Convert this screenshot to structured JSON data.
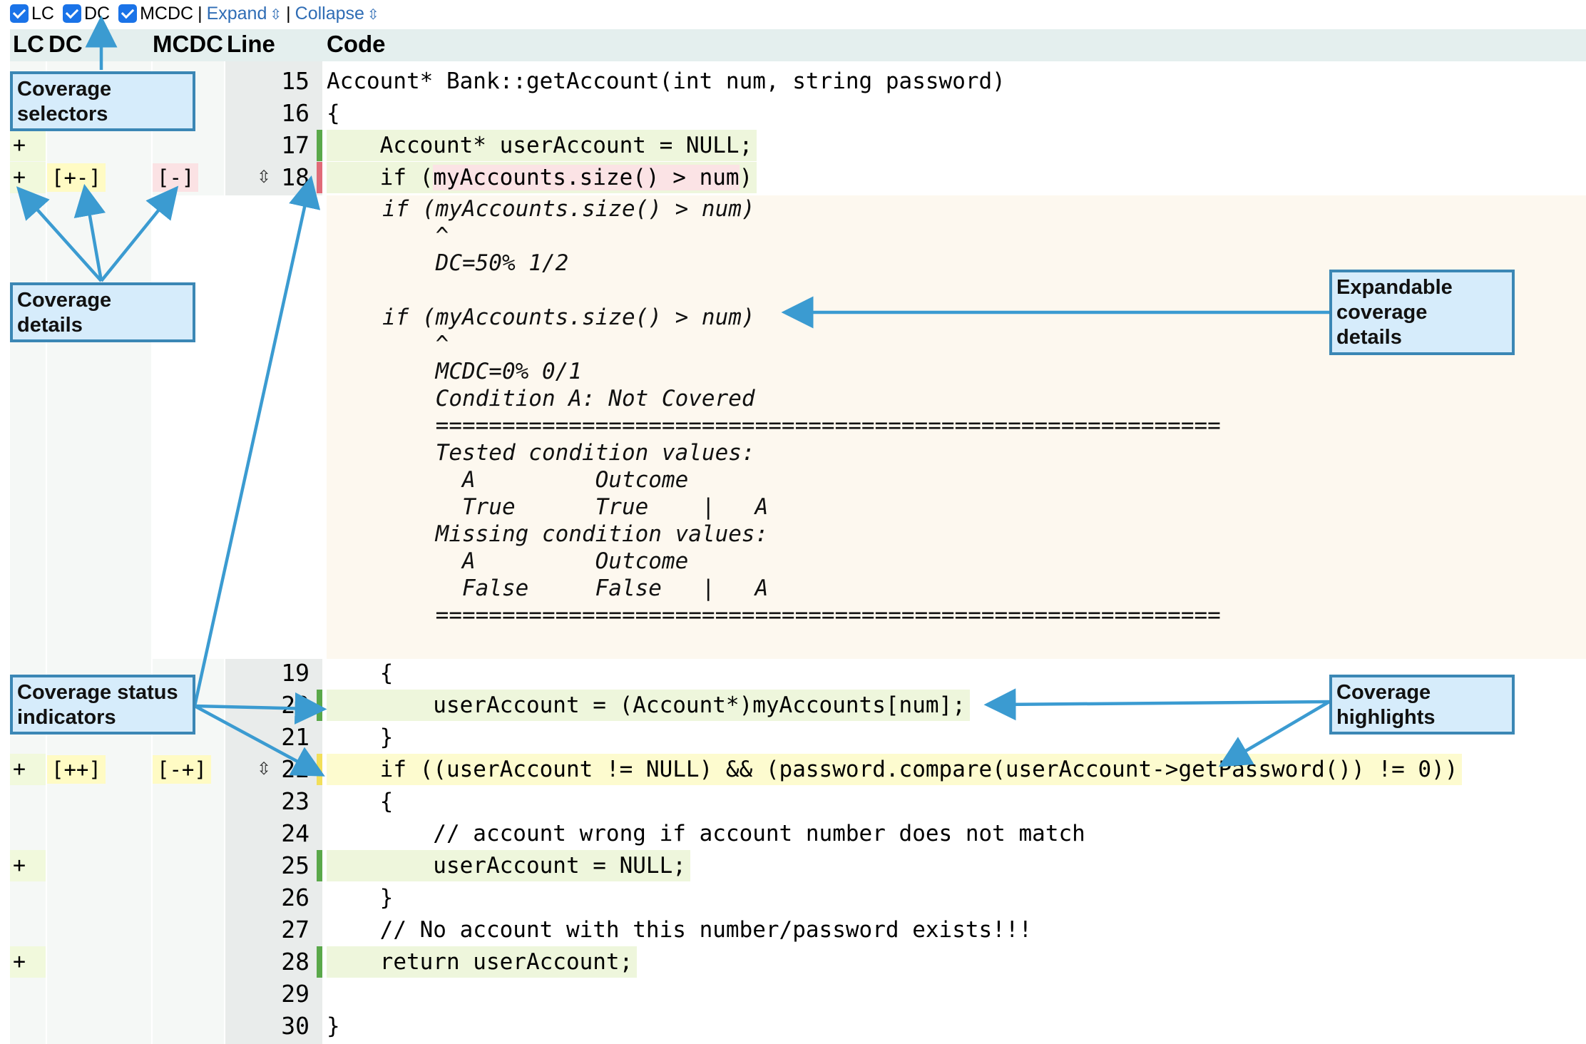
{
  "toolbar": {
    "checkboxes": [
      {
        "label": "LC",
        "checked": true
      },
      {
        "label": "DC",
        "checked": true
      },
      {
        "label": "MCDC",
        "checked": true
      }
    ],
    "expand_label": "Expand",
    "collapse_label": "Collapse",
    "separator": "|",
    "updown_glyph": "⇳"
  },
  "header": {
    "lc": "LC",
    "dc": "DC",
    "mcdc": "MCDC",
    "line": "Line",
    "code": "Code"
  },
  "rows": [
    {
      "line": "15",
      "lc": "",
      "dc": "",
      "mcdc": "",
      "code": "Account* Bank::getAccount(int num, string password)"
    },
    {
      "line": "16",
      "lc": "",
      "dc": "",
      "mcdc": "",
      "code": "{"
    },
    {
      "line": "17",
      "lc": "+",
      "dc": "",
      "mcdc": "",
      "code": "    Account* userAccount = NULL;",
      "status": "covered"
    },
    {
      "line": "18",
      "lc": "+",
      "dc": "[+-]",
      "mcdc": "[-]",
      "code": "    if (myAccounts.size() > num)",
      "status": "missed",
      "expandable": true
    },
    {
      "line": "19",
      "lc": "",
      "dc": "",
      "mcdc": "",
      "code": "    {"
    },
    {
      "line": "20",
      "lc": "",
      "dc": "",
      "mcdc": "",
      "code": "        userAccount = (Account*)myAccounts[num];",
      "status": "covered"
    },
    {
      "line": "21",
      "lc": "",
      "dc": "",
      "mcdc": "",
      "code": "    }"
    },
    {
      "line": "22",
      "lc": "+",
      "dc": "[++]",
      "mcdc": "[-+]",
      "code": "    if ((userAccount != NULL) && (password.compare(userAccount->getPassword()) != 0))",
      "status": "partial",
      "expandable": true
    },
    {
      "line": "23",
      "lc": "",
      "dc": "",
      "mcdc": "",
      "code": "    {"
    },
    {
      "line": "24",
      "lc": "",
      "dc": "",
      "mcdc": "",
      "code": "        // account wrong if account number does not match"
    },
    {
      "line": "25",
      "lc": "+",
      "dc": "",
      "mcdc": "",
      "code": "        userAccount = NULL;",
      "status": "covered"
    },
    {
      "line": "26",
      "lc": "",
      "dc": "",
      "mcdc": "",
      "code": "    }"
    },
    {
      "line": "27",
      "lc": "",
      "dc": "",
      "mcdc": "",
      "code": "    // No account with this number/password exists!!!"
    },
    {
      "line": "28",
      "lc": "+",
      "dc": "",
      "mcdc": "",
      "code": "    return userAccount;",
      "status": "covered"
    },
    {
      "line": "29",
      "lc": "",
      "dc": "",
      "mcdc": "",
      "code": ""
    },
    {
      "line": "30",
      "lc": "",
      "dc": "",
      "mcdc": "",
      "code": "}"
    }
  ],
  "details": {
    "lines": [
      "if (myAccounts.size() > num)",
      "    ^",
      "    DC=50% 1/2",
      "",
      "if (myAccounts.size() > num)",
      "    ^",
      "    MCDC=0% 0/1",
      "    Condition A: Not Covered",
      "    ===========================================================",
      "    Tested condition values:",
      "      A         Outcome",
      "      True      True    |   A",
      "    Missing condition values:",
      "      A         Outcome",
      "      False     False   |   A",
      "    ==========================================================="
    ]
  },
  "callouts": {
    "selectors": "Coverage\nselectors",
    "details": "Coverage\ndetails",
    "expandable": "Expandable\ncoverage\ndetails",
    "status": "Coverage status\nindicators",
    "highlights": "Coverage\nhighlights"
  },
  "colors": {
    "covered_bar": "#5aa84a",
    "missed_bar": "#e06a77",
    "partial_bar": "#f2df5a",
    "callout_border": "#3b87b5",
    "callout_fill": "#d6ecfb",
    "link": "#2f6db5"
  }
}
